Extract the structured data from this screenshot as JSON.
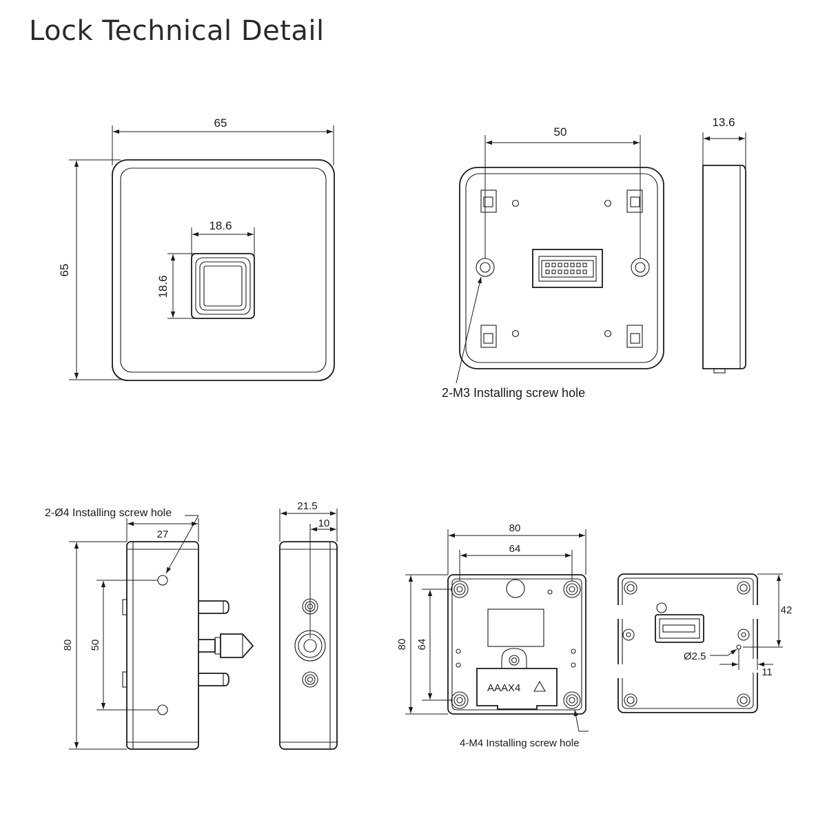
{
  "title": "Lock Technical Detail",
  "keypad_front": {
    "width": "65",
    "height": "65",
    "button_width": "18.6",
    "button_height": "18.6"
  },
  "keypad_back": {
    "hole_spacing": "50",
    "screw_hole_label": "2-M3 Installing screw hole"
  },
  "keypad_side": {
    "depth": "13.6"
  },
  "lock_side": {
    "screw_hole_label": "2-Ø4 Installing screw hole",
    "width": "27",
    "height": "80",
    "hole_spacing": "50"
  },
  "lock_end": {
    "depth": "21.5",
    "offset": "10"
  },
  "lock_back": {
    "width": "80",
    "hole_spacing_x": "64",
    "height": "80",
    "hole_spacing_y": "64",
    "battery_label": "AAAX4",
    "screw_hole_label": "4-M4 Installing screw hole"
  },
  "lock_front": {
    "offset_y": "42",
    "hole_diameter": "Ø2.5",
    "offset_x": "11"
  }
}
